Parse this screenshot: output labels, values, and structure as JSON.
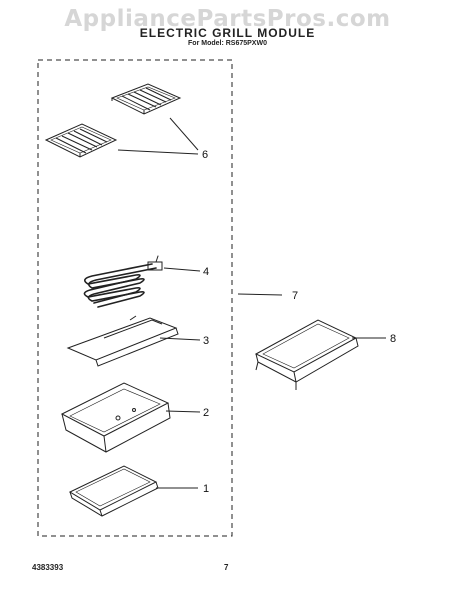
{
  "header": {
    "watermark": "AppliancePartsPros.com",
    "title": "ELECTRIC GRILL MODULE",
    "subtitle": "For Model: RS675PXW0"
  },
  "callouts": [
    "6",
    "4",
    "7",
    "3",
    "8",
    "2",
    "1"
  ],
  "footer": {
    "part_number": "4383393",
    "page_number": "7"
  }
}
